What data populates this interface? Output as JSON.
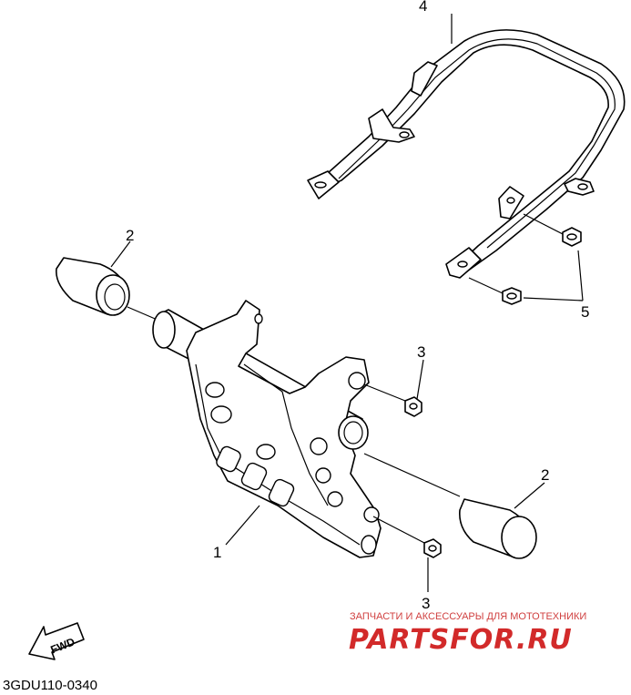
{
  "diagram_code": "3GDU110-0340",
  "callouts": {
    "part_1": "1",
    "part_2_top": "2",
    "part_2_bottom": "2",
    "part_3_top": "3",
    "part_3_bottom": "3",
    "part_4": "4",
    "part_5": "5"
  },
  "fwd_label": "FWD",
  "watermark": {
    "tagline": "ЗАПЧАСТИ И АКСЕССУАРЫ ДЛЯ МОТОТЕХНИКИ",
    "logo": "PARTSFOR.RU"
  },
  "colors": {
    "line": "#000000",
    "background": "#ffffff",
    "watermark": "#d22a2a"
  }
}
